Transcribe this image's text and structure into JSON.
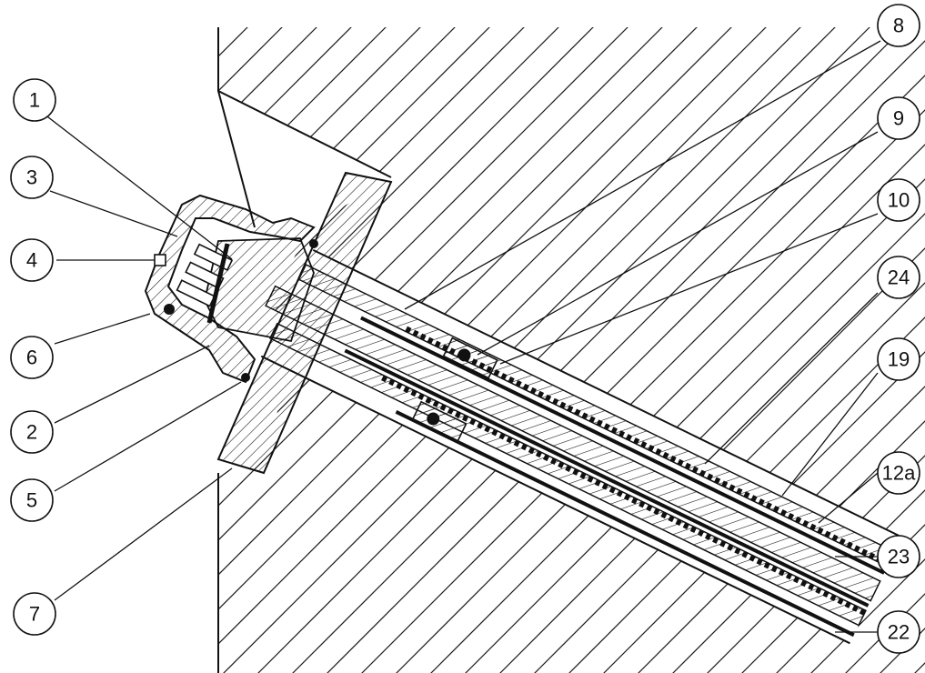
{
  "callouts": [
    {
      "id": "1",
      "label": "1"
    },
    {
      "id": "3",
      "label": "3"
    },
    {
      "id": "4",
      "label": "4"
    },
    {
      "id": "6",
      "label": "6"
    },
    {
      "id": "2",
      "label": "2"
    },
    {
      "id": "5",
      "label": "5"
    },
    {
      "id": "7",
      "label": "7"
    },
    {
      "id": "8",
      "label": "8"
    },
    {
      "id": "9",
      "label": "9"
    },
    {
      "id": "10",
      "label": "10"
    },
    {
      "id": "24",
      "label": "24"
    },
    {
      "id": "19",
      "label": "19"
    },
    {
      "id": "12a",
      "label": "12a"
    },
    {
      "id": "23",
      "label": "23"
    },
    {
      "id": "22",
      "label": "22"
    }
  ],
  "colors": {
    "line": "#111111",
    "background": "#ffffff"
  }
}
